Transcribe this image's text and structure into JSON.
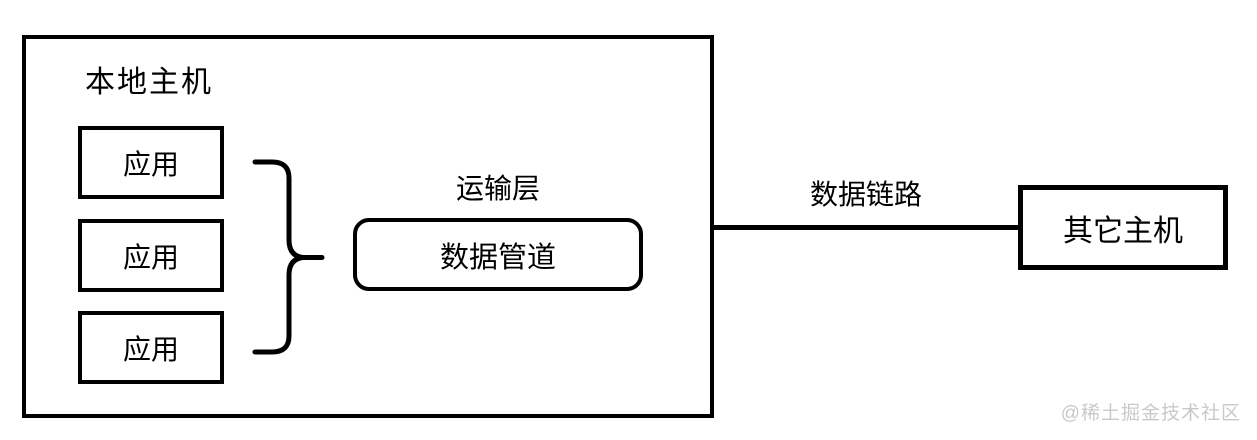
{
  "diagram": {
    "local_host": {
      "label": "本地主机",
      "apps": [
        {
          "label": "应用"
        },
        {
          "label": "应用"
        },
        {
          "label": "应用"
        }
      ]
    },
    "transport": {
      "layer_label": "运输层",
      "pipe_label": "数据管道"
    },
    "link": {
      "label": "数据链路"
    },
    "remote_host": {
      "label": "其它主机"
    },
    "watermark": "@稀土掘金技术社区",
    "colors": {
      "stroke": "#000000",
      "background": "#ffffff",
      "watermark": "#c9c9c9"
    }
  }
}
